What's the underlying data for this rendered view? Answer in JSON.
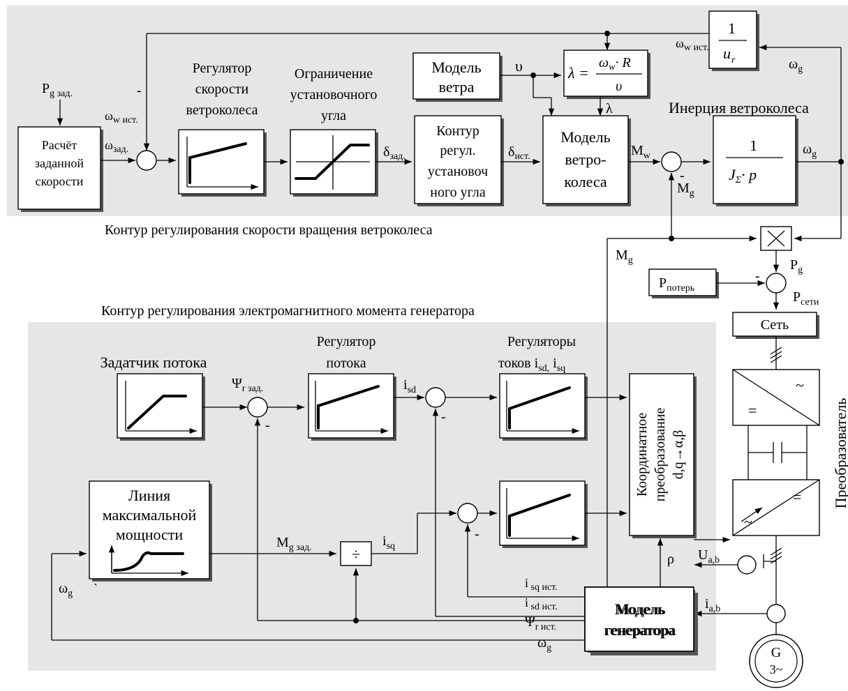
{
  "regions": {
    "speed_loop_caption": "Контур регулирования скорости вращения ветроколеса",
    "torque_loop_caption": "Контур регулирования электромагнитного момента генератора"
  },
  "blocks": {
    "speed_calc": [
      "Расчёт",
      "заданной",
      "скорости"
    ],
    "speed_reg_title": [
      "Регулятор",
      "скорости",
      "ветроколеса"
    ],
    "angle_limit_title": [
      "Ограничение",
      "установочного",
      "угла"
    ],
    "wind_model": [
      "Модель",
      "ветра"
    ],
    "pitch_loop": [
      "Контур",
      "регул.",
      "установоч",
      "ного угла"
    ],
    "rotor_model": [
      "Модель",
      "ветро-",
      "колеса"
    ],
    "inertia_title": "Инерция ветроколеса",
    "inertia_num": "1",
    "inertia_den": "J",
    "inertia_den_sub": "Σ",
    "inertia_den_rest": "· p",
    "gear_num": "1",
    "gear_den": "u",
    "gear_den_sub": "r",
    "lambda_lhs": "λ =",
    "lambda_num": "ω",
    "lambda_num_sub": "w",
    "lambda_num_rest": "· R",
    "lambda_den": "υ",
    "losses": "P",
    "losses_sub": "потерь",
    "grid": "Сеть",
    "flux_setter_title": "Задатчик потока",
    "flux_reg_title": [
      "Регулятор",
      "потока"
    ],
    "current_reg_title": "Регуляторы",
    "current_reg_title2": "токов i",
    "current_reg_sub1": "sd,",
    "current_reg_mid": " i",
    "current_reg_sub2": "sq",
    "mpp_title": [
      "Линия",
      "максимальной",
      "мощности"
    ],
    "coord_transform": [
      "Координатное",
      "преобразование",
      "d,q→α,β"
    ],
    "gen_model": [
      "Модель",
      "генератора"
    ],
    "converter": "Преобразователь",
    "divide": "÷",
    "multiply": "×",
    "machine": "G",
    "machine_sub": "3~",
    "conv_eq": "=",
    "conv_ac": "~"
  },
  "signals": {
    "p_g_set": "P",
    "p_g_set_sub": "g зад.",
    "omega_w_ist_left": "ω",
    "omega_w_ist_left_sub": "w ист.",
    "omega_set": "ω",
    "omega_set_sub": "зад.",
    "minus": "-",
    "delta_set": "δ",
    "delta_set_sub": "зад.",
    "delta_ist": "δ",
    "delta_ist_sub": "ист.",
    "upsilon": "υ",
    "lambda": "λ",
    "m_w": "M",
    "m_w_sub": "w",
    "m_g": "M",
    "m_g_sub": "g",
    "omega_g": "ω",
    "omega_g_sub": "g",
    "omega_w_ist_top": "ω",
    "omega_w_ist_top_sub": "w ист.",
    "p_g": "P",
    "p_g_sub": "g",
    "p_grid": "P",
    "p_grid_sub": "сети",
    "psi_set": "Ψ",
    "psi_set_sub": "r  зад.",
    "i_sd": "i",
    "i_sd_sub": "sd",
    "i_sq": "i",
    "i_sq_sub": "sq",
    "m_g_set": "M",
    "m_g_set_sub": "g зад.",
    "rho": "ρ",
    "u_ab": "U",
    "u_ab_sub": "a,b",
    "i_ab": "i",
    "i_ab_sub": "a,b",
    "i_sq_ist": "i",
    "i_sq_ist_sub": " sq ист.",
    "i_sd_ist": "i",
    "i_sd_ist_sub": " sd ист.",
    "psi_ist": "Ψ",
    "psi_ist_sub": "r  ист.",
    "tick_mark": "`"
  }
}
